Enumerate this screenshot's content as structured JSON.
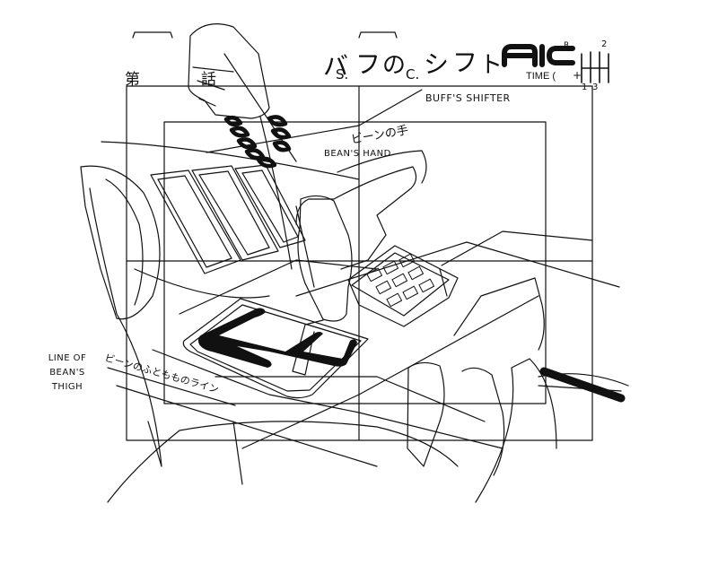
{
  "sheet": {
    "episode_mark": "第",
    "story_mark": "話",
    "scene_title_parts": [
      "バ",
      "S.",
      "フ",
      "の",
      "C.",
      "シ",
      "フ",
      "ト"
    ],
    "studio_logo": "AIC",
    "time_label": "TIME (",
    "time_plus": "+",
    "registered_mark": "R"
  },
  "gear_diagram": {
    "numbers": [
      "2",
      "1",
      "3"
    ]
  },
  "annotations": {
    "shifter_caption": "BUFF'S SHIFTER",
    "hand_note_jp": "ビーンの手",
    "hand_caption": "BEAN'S HAND",
    "thigh_caption": [
      "LINE OF",
      "BEAN'S",
      "THIGH"
    ],
    "thigh_note_jp": "ビーンのふともものライン"
  },
  "colors": {
    "ink": "#111111",
    "paper": "#ffffff"
  }
}
